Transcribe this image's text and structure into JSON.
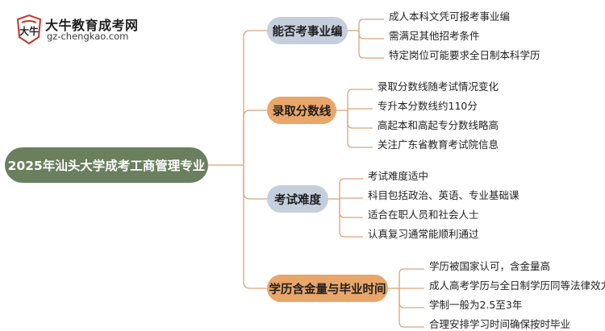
{
  "logo": {
    "title": "大牛教育成考网",
    "url": "gz-chengkao.com",
    "badge_text": "大牛"
  },
  "colors": {
    "root": "#6a7f5d",
    "branch_gray": "#c5cedd",
    "branch_orange": "#e9a66a",
    "connector": "#d9a57a"
  },
  "root": {
    "label": "2025年汕头大学成考工商管理专业"
  },
  "branches": [
    {
      "label": "能否考事业编",
      "style": "gray",
      "items": [
        "成人本科文凭可报考事业编",
        "需满足其他招考条件",
        "特定岗位可能要求全日制本科学历"
      ]
    },
    {
      "label": "录取分数线",
      "style": "orange",
      "items": [
        "录取分数线随考试情况变化",
        "专升本分数线约110分",
        "高起本和高起专分数线略高",
        "关注广东省教育考试院信息"
      ]
    },
    {
      "label": "考试难度",
      "style": "gray",
      "items": [
        "考试难度适中",
        "科目包括政治、英语、专业基础课",
        "适合在职人员和社会人士",
        "认真复习通常能顺利通过"
      ]
    },
    {
      "label": "学历含金量与毕业时间",
      "style": "orange",
      "items": [
        "学历被国家认可，含金量高",
        "成人高考学历与全日制学历同等法律效力",
        "学制一般为2.5至3年",
        "合理安排学习时间确保按时毕业"
      ]
    }
  ]
}
